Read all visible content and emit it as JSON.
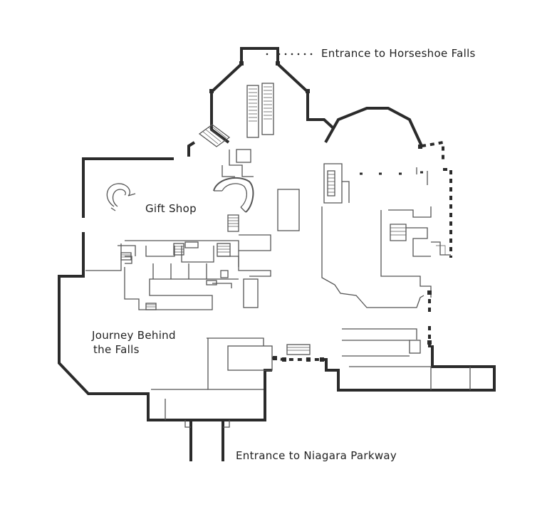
{
  "labels": {
    "entrance_horseshoe": "Entrance to Horseshoe Falls",
    "gift_shop": "Gift Shop",
    "journey_line1": "Journey Behind",
    "journey_line2": "the Falls",
    "entrance_parkway": "Entrance to Niagara Parkway"
  },
  "colors": {
    "wall_exterior": "#2b2b2b",
    "wall_interior": "#555555",
    "background": "#ffffff",
    "text": "#222222"
  }
}
